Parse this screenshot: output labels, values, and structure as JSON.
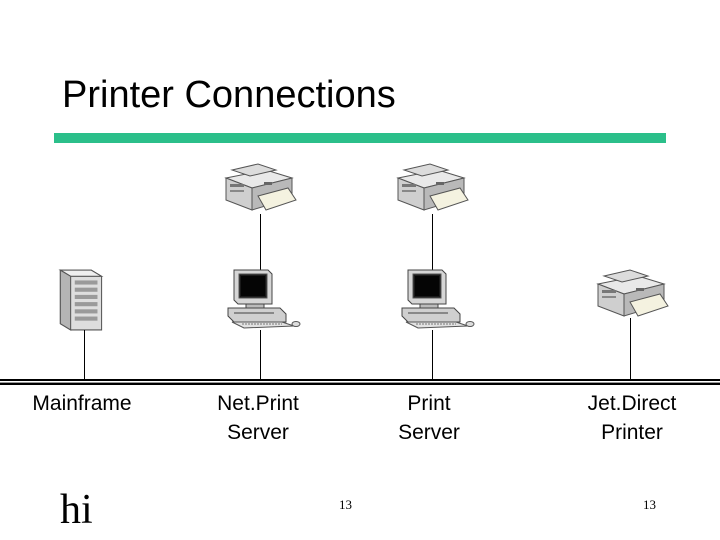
{
  "slide": {
    "title": "Printer Connections",
    "accent_color": "#2bbf8a",
    "logo_text": "hi",
    "page_number_center": "13",
    "page_number_right": "13"
  },
  "diagram": {
    "nodes": [
      {
        "id": "mainframe",
        "label": "Mainframe",
        "icon": "mainframe-tower-icon"
      },
      {
        "id": "netprint",
        "label": "Net.Print\nServer",
        "icon": "workstation-icon",
        "attached": "printer-icon"
      },
      {
        "id": "printserver",
        "label": "Print\nServer",
        "icon": "workstation-icon",
        "attached": "printer-icon"
      },
      {
        "id": "jetdirect",
        "label": "Jet.Direct\nPrinter",
        "icon": "printer-icon"
      }
    ],
    "network": "bus"
  }
}
